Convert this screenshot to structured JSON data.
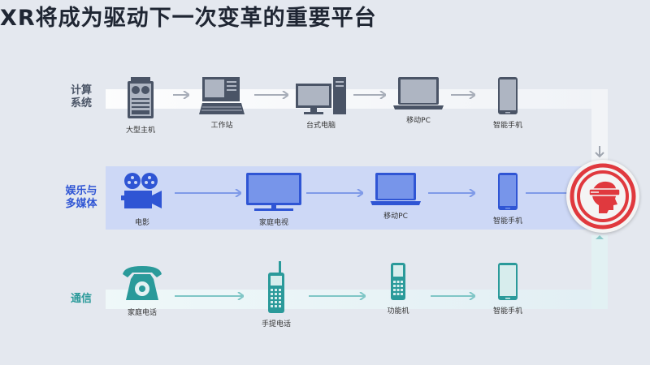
{
  "title": "XR将成为驱动下一次变革的重要平台",
  "colors": {
    "compute": "#4a5466",
    "media": "#2f55d4",
    "comm": "#2a9a9a",
    "xr": "#e0393e"
  },
  "rows": [
    {
      "label": "计算\n系统",
      "items": [
        {
          "label": "大型主机",
          "icon": "mainframe-icon"
        },
        {
          "label": "工作站",
          "icon": "workstation-icon"
        },
        {
          "label": "台式电脑",
          "icon": "desktop-icon"
        },
        {
          "label": "移动PC",
          "icon": "laptop-icon"
        },
        {
          "label": "智能手机",
          "icon": "smartphone-icon"
        }
      ]
    },
    {
      "label": "娱乐与\n多媒体",
      "items": [
        {
          "label": "电影",
          "icon": "movie-camera-icon"
        },
        {
          "label": "家庭电视",
          "icon": "tv-icon"
        },
        {
          "label": "移动PC",
          "icon": "laptop-icon"
        },
        {
          "label": "智能手机",
          "icon": "smartphone-icon"
        }
      ]
    },
    {
      "label": "通信",
      "items": [
        {
          "label": "家庭电话",
          "icon": "telephone-icon"
        },
        {
          "label": "手提电话",
          "icon": "mobile-phone-icon"
        },
        {
          "label": "功能机",
          "icon": "feature-phone-icon"
        },
        {
          "label": "智能手机",
          "icon": "smartphone-icon"
        }
      ]
    }
  ],
  "hub": {
    "icon": "vr-headset-head-icon"
  }
}
